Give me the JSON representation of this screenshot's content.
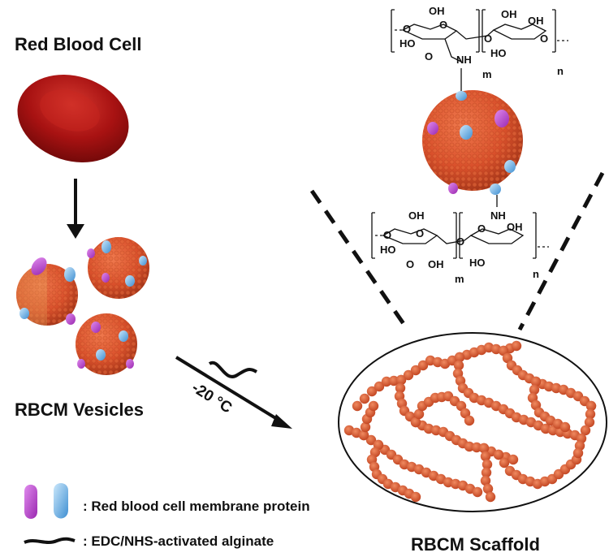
{
  "labels": {
    "red_blood_cell": "Red Blood Cell",
    "rbcm_vesicles": "RBCM Vesicles",
    "rbcm_scaffold": "RBCM Scaffold",
    "temperature": "-20 °C"
  },
  "legend": {
    "protein_text": ": Red blood cell membrane protein",
    "alginate_text": ": EDC/NHS-activated alginate"
  },
  "chem_top": {
    "oh1": "OH",
    "oh2": "OH",
    "oh3": "OH",
    "ho1": "HO",
    "ho2": "HO",
    "o1": "O",
    "o2": "O",
    "o3": "O",
    "o4": "O",
    "o5": "O",
    "nh": "NH",
    "m": "m",
    "n": "n"
  },
  "chem_bottom": {
    "oh1": "OH",
    "oh2": "OH",
    "oh3": "OH",
    "ho1": "HO",
    "ho2": "HO",
    "o1": "O",
    "o2": "O",
    "o3": "O",
    "o4": "O",
    "o5": "O",
    "nh": "NH",
    "m": "m",
    "n": "n"
  },
  "colors": {
    "sphere": "#d9502b",
    "rbc": "#b01515",
    "protein_purple": "#c53fd6",
    "protein_blue": "#6bb4ea",
    "line": "#111111"
  }
}
